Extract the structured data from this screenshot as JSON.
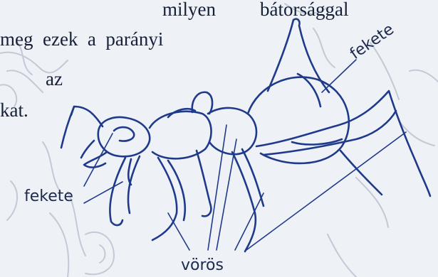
{
  "text_lines": {
    "line1_word1": "milyen",
    "line1_word2": "bátorsággal",
    "line2": "meg  ezek  a  parányi",
    "line3": "az",
    "line4": "kat."
  },
  "labels": {
    "fekete_top": "fekete",
    "fekete_left": "fekete",
    "voros": "vörös"
  },
  "colors": {
    "ink": "#1f3a8a",
    "text": "#161f3a",
    "label": "#1d2a4e",
    "sketch": "#c3c9d6"
  }
}
